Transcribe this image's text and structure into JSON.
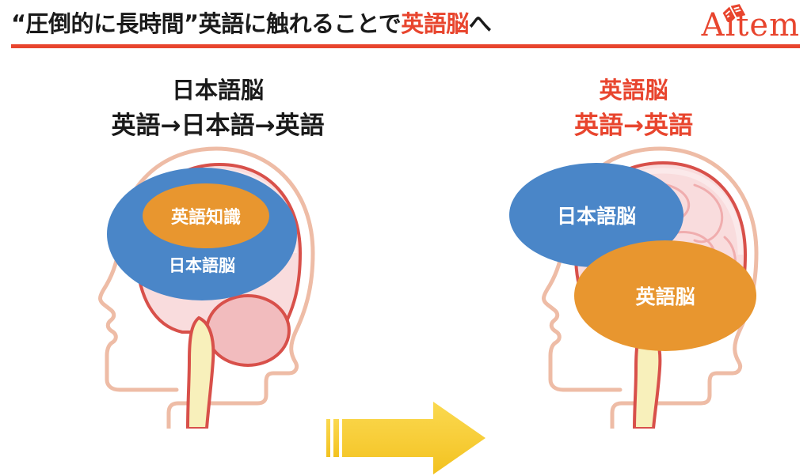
{
  "header": {
    "title_plain_1": "“圧倒的に長時間”英語に触れることで",
    "title_highlight": "英語脳",
    "title_plain_2": "へ",
    "logo_text": "Aitem",
    "logo_mark_name": "open-book-diamond",
    "accent_color": "#e8452e",
    "rule_color": "#e8452e"
  },
  "left_panel": {
    "heading_line1": "日本語脳",
    "heading_line2": "英語→日本語→英語",
    "heading_color": "#1a1a1a",
    "blue_blob_label": "日本語脳",
    "orange_blob_label": "英語知識",
    "blue_color": "#4a86c8",
    "orange_color": "#e8962f"
  },
  "right_panel": {
    "heading_line1": "英語脳",
    "heading_line2": "英語→英語",
    "heading_color": "#e8452e",
    "blue_blob_label": "日本語脳",
    "orange_blob_label": "英語脳",
    "blue_color": "#4a86c8",
    "orange_color": "#e8962f"
  },
  "arrow": {
    "name": "right-arrow",
    "color": "#f7cf3f",
    "direction": "right"
  },
  "illustration": {
    "head_outline_color": "#eebca6",
    "brain_outline_color": "#d8504a",
    "brain_fill_color": "#f9dcdd",
    "cerebellum_fill_color": "#f2bcbe",
    "brainstem_fill_color": "#f8f0bb",
    "green_region_color": "#b8e2a0"
  }
}
